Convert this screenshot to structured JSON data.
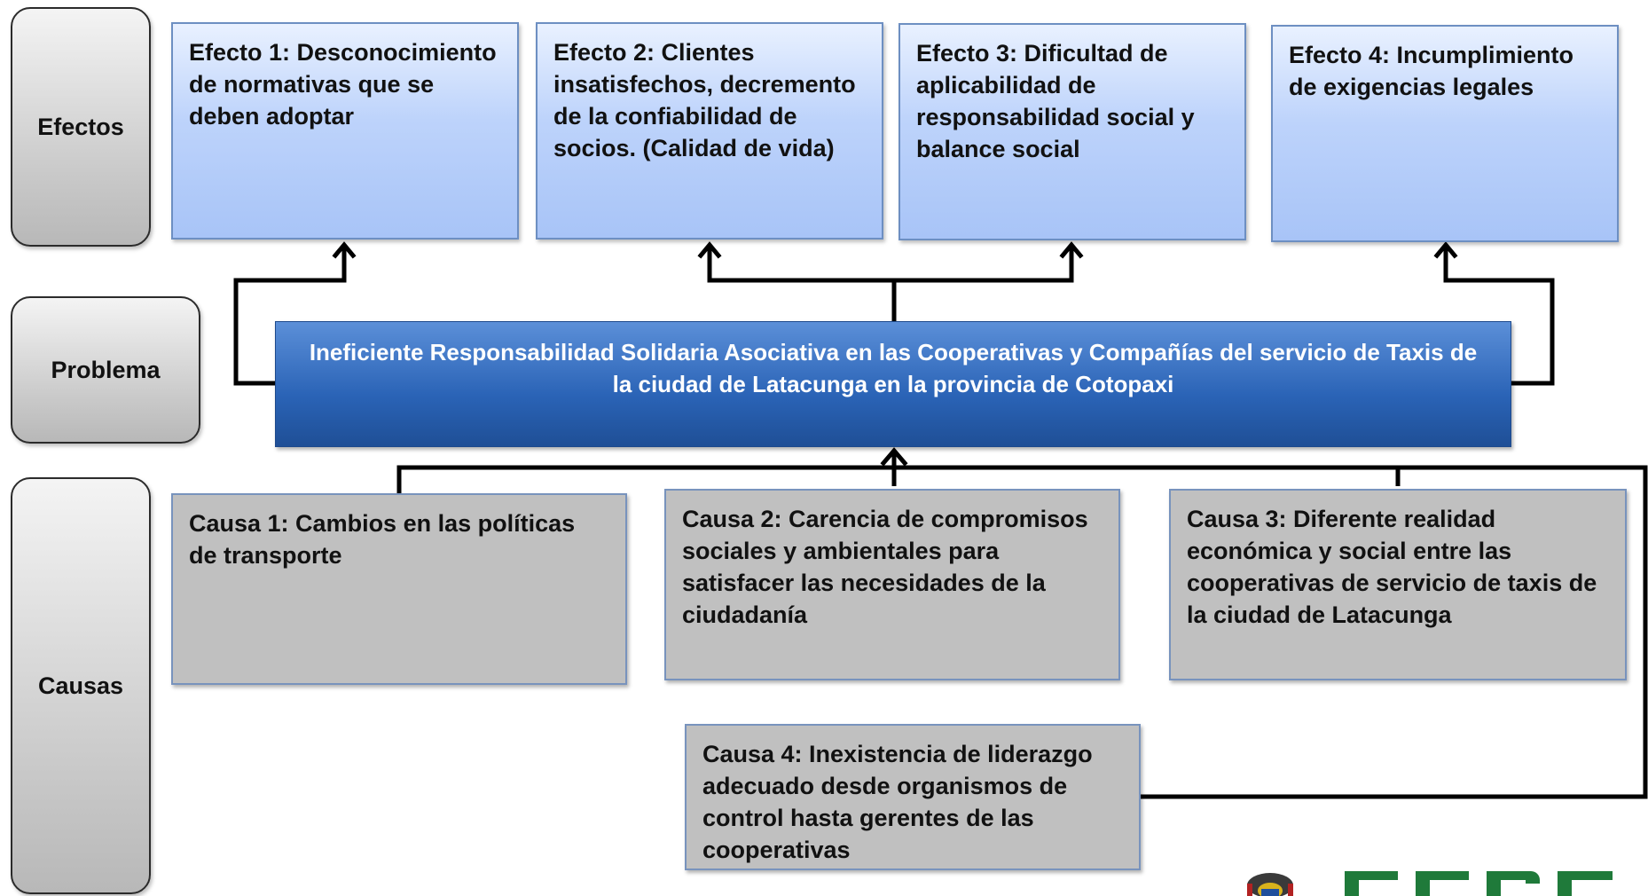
{
  "labels": {
    "efectos": "Efectos",
    "problema": "Problema",
    "causas": "Causas"
  },
  "effects": [
    "Efecto 1: Desconocimiento de normativas que se deben adoptar",
    "Efecto 2: Clientes insatisfechos, decremento de la confiabilidad de socios. (Calidad de vida)",
    "Efecto 3: Dificultad de aplicabilidad de responsabilidad social y balance social",
    "Efecto 4: Incumplimiento de exigencias legales"
  ],
  "problem": "Ineficiente Responsabilidad Solidaria Asociativa en las Cooperativas y Compañías del servicio de Taxis de la ciudad de Latacunga en la provincia de Cotopaxi",
  "causes": [
    "Causa 1: Cambios en las políticas de transporte",
    "Causa 2: Carencia de compromisos sociales y ambientales para satisfacer las necesidades de la ciudadanía",
    "Causa 3: Diferente realidad económica y social entre las cooperativas de servicio de taxis de la ciudad de Latacunga",
    "Causa 4: Inexistencia de liderazgo adecuado desde organismos de control hasta gerentes de las cooperativas"
  ],
  "colors": {
    "effect_fill": "#a8c4f7",
    "problem_fill": "#2a63b6",
    "cause_fill": "#c0c0c0",
    "logo_green": "#1f7a3a"
  }
}
